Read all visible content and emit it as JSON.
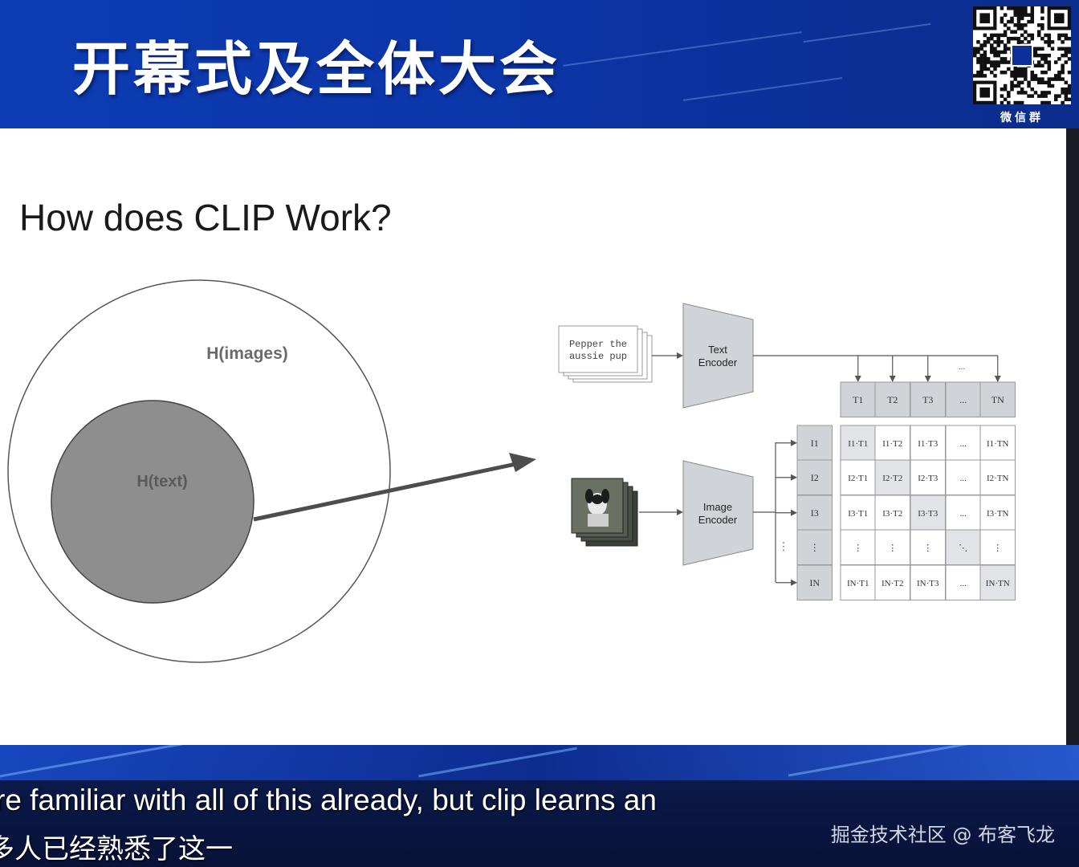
{
  "header": {
    "title": "开幕式及全体大会",
    "qr_caption": "微信群"
  },
  "slide": {
    "title": "How does CLIP Work?",
    "venn": {
      "outer_label": "H(images)",
      "inner_label": "H(text)"
    },
    "clip_diagram": {
      "text_input": [
        "Pepper the",
        "aussie pup"
      ],
      "text_encoder": [
        "Text",
        "Encoder"
      ],
      "image_encoder": [
        "Image",
        "Encoder"
      ],
      "text_features": [
        "T1",
        "T2",
        "T3",
        "...",
        "TN"
      ],
      "image_features": [
        "I1",
        "I2",
        "I3",
        "⋮",
        "IN"
      ],
      "matrix": [
        [
          "I1·T1",
          "I1·T2",
          "I1·T3",
          "...",
          "I1·TN"
        ],
        [
          "I2·T1",
          "I2·T2",
          "I2·T3",
          "...",
          "I2·TN"
        ],
        [
          "I3·T1",
          "I3·T2",
          "I3·T3",
          "...",
          "I3·TN"
        ],
        [
          "⋮",
          "⋮",
          "⋮",
          "⋱",
          "⋮"
        ],
        [
          "IN·T1",
          "IN·T2",
          "IN·T3",
          "...",
          "IN·TN"
        ]
      ],
      "ellipsis_top": "...",
      "vertical_ellipsis": "⋮"
    }
  },
  "footer": {
    "subtitle_en": "re familiar with all of this already, but clip learns an",
    "subtitle_zh": "多人已经熟悉了这一",
    "watermark": "掘金技术社区 @ 布客飞龙"
  },
  "colors": {
    "header_blue": "#0d3cb4",
    "encoder_gray": "#d0d3d8",
    "diagonal_cell": "#e2e3e6",
    "inner_circle": "#8e8e8e"
  }
}
